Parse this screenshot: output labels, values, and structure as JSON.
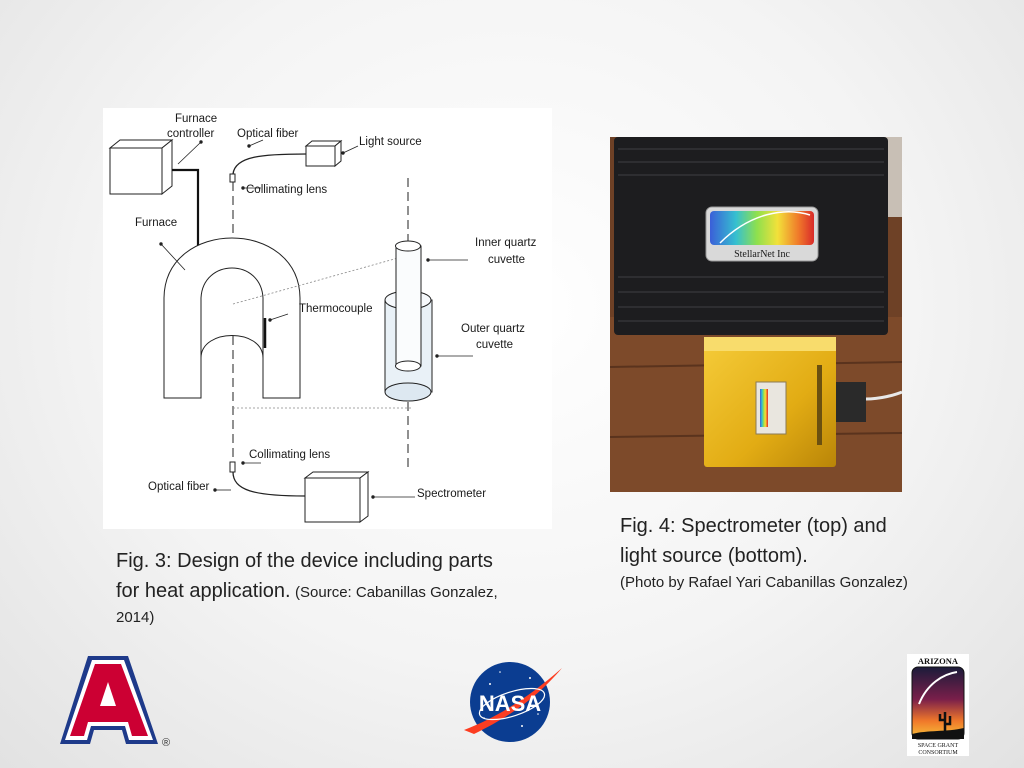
{
  "diagram": {
    "labels": {
      "furnace_controller_1": "Furnace",
      "furnace_controller_2": "controller",
      "optical_fiber_top": "Optical fiber",
      "light_source": "Light source",
      "collimating_lens_top": "Collimating lens",
      "furnace": "Furnace",
      "inner_cuvette_1": "Inner quartz",
      "inner_cuvette_2": "cuvette",
      "thermocouple": "Thermocouple",
      "outer_cuvette_1": "Outer quartz",
      "outer_cuvette_2": "cuvette",
      "collimating_lens_bottom": "Collimating lens",
      "optical_fiber_bottom": "Optical fiber",
      "spectrometer": "Spectrometer"
    }
  },
  "photo": {
    "brand_label": "StellarNet Inc"
  },
  "captions": {
    "fig3_main": "Fig. 3: Design of the device including parts for heat application.",
    "fig3_source": "(Source: Cabanillas Gonzalez, 2014)",
    "fig4_main": "Fig. 4: Spectrometer (top) and light source (bottom).",
    "fig4_credit": "(Photo by Rafael Yari Cabanillas Gonzalez)"
  },
  "logos": {
    "nasa_text": "NASA",
    "asgc_top": "ARIZONA",
    "asgc_bottom_1": "SPACE GRANT",
    "asgc_bottom_2": "CONSORTIUM",
    "ua_registered": "®"
  }
}
